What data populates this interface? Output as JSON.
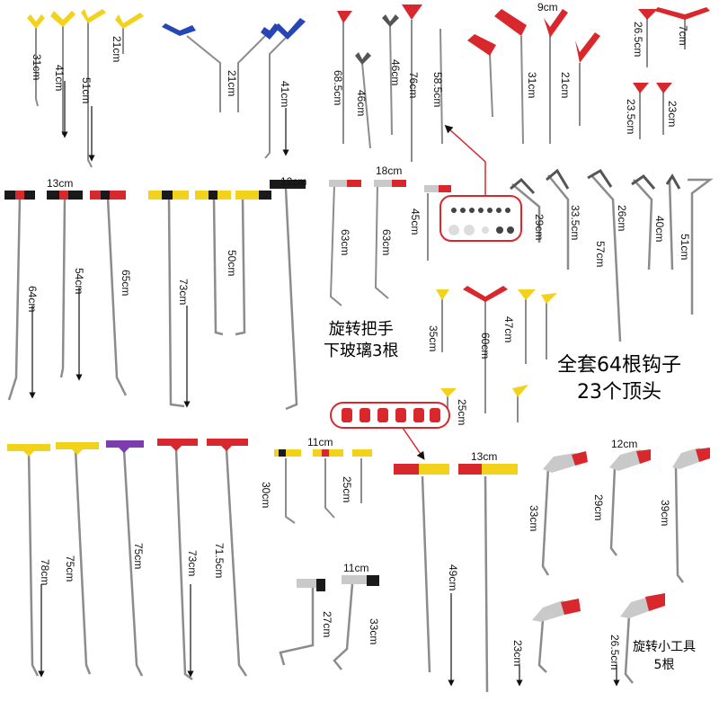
{
  "captions": {
    "rotate_handle_line1": "旋转把手",
    "rotate_handle_line2": "下玻璃3根",
    "full_set_line1": "全套64根钩子",
    "full_set_line2": "23个顶头",
    "small_tools_line1": "旋转小工具",
    "small_tools_line2": "5根"
  },
  "colors": {
    "yellow": "#f2d21b",
    "blue": "#2646b8",
    "red": "#d8282d",
    "black": "#1a1a1a",
    "purple": "#7d3cb0",
    "steel": "#8c8c8c",
    "grey_handle": "#c9c9c9"
  },
  "measurements": {
    "top_yellow": [
      "31cm",
      "41cm",
      "51cm",
      "21cm"
    ],
    "top_blue": [
      "21cm",
      "41cm"
    ],
    "top_red_left": [
      "68.5cm",
      "46cm",
      "46cm",
      "76cm",
      "58.5cm"
    ],
    "top_red_right": [
      "9cm",
      "31cm",
      "21cm"
    ],
    "top_far_right": [
      "26.5cm",
      "7cm",
      "23.5cm",
      "23cm"
    ],
    "mid_black_red": [
      "13cm",
      "64cm",
      "54cm",
      "65cm"
    ],
    "mid_yellow_black": [
      "12cm",
      "73cm",
      "50cm"
    ],
    "mid_grey_red": [
      "18cm",
      "63cm",
      "63cm",
      "45cm"
    ],
    "mid_grey_bent": [
      "29cm",
      "33.5cm",
      "26cm",
      "57cm",
      "40cm",
      "51cm"
    ],
    "mid_center": [
      "35cm",
      "60cm",
      "47cm",
      "25cm"
    ],
    "bottom_left": [
      "78cm",
      "75cm",
      "75cm",
      "73cm",
      "71.5cm"
    ],
    "bottom_mid_small": [
      "11cm",
      "30cm",
      "25cm"
    ],
    "bottom_square": [
      "11cm",
      "27cm",
      "33cm"
    ],
    "bottom_t_pair": [
      "13cm",
      "49cm"
    ],
    "bottom_right": [
      "12cm",
      "33cm",
      "29cm",
      "39cm",
      "23cm",
      "26.5cm"
    ]
  }
}
